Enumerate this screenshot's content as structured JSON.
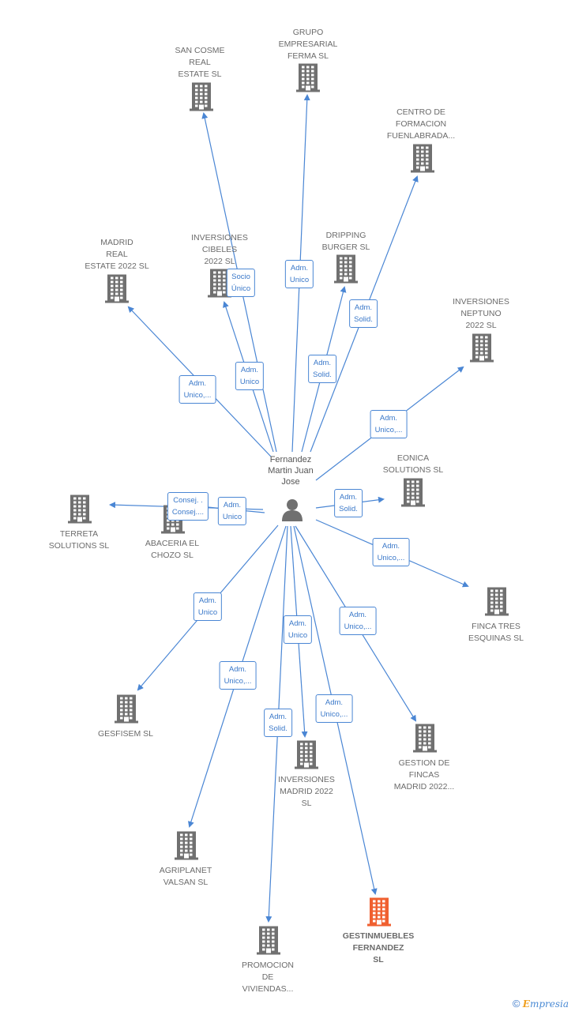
{
  "center": {
    "name": "Fernandez\nMartin Juan\nJose"
  },
  "colors": {
    "edge": "#4a86d4",
    "node": "#707070",
    "highlight": "#f06030"
  },
  "nodes": [
    {
      "id": "san-cosme",
      "label": "SAN COSME\nREAL\nESTATE  SL",
      "highlight": false
    },
    {
      "id": "grupo-empresarial",
      "label": "GRUPO\nEMPRESARIAL\nFERMA SL",
      "highlight": false
    },
    {
      "id": "centro-formacion",
      "label": "CENTRO DE\nFORMACION\nFUENLABRADA...",
      "highlight": false
    },
    {
      "id": "madrid-real-estate",
      "label": "MADRID\nREAL\nESTATE 2022  SL",
      "highlight": false
    },
    {
      "id": "inversiones-cibeles",
      "label": "INVERSIONES\nCIBELES\n2022  SL",
      "highlight": false
    },
    {
      "id": "dripping-burger",
      "label": "DRIPPING\nBURGER  SL",
      "highlight": false
    },
    {
      "id": "inversiones-neptuno",
      "label": "INVERSIONES\nNEPTUNO\n2022  SL",
      "highlight": false
    },
    {
      "id": "eonica",
      "label": "EONICA\nSOLUTIONS SL",
      "highlight": false
    },
    {
      "id": "terreta",
      "label": "TERRETA\nSOLUTIONS  SL",
      "highlight": false
    },
    {
      "id": "abaceria",
      "label": "ABACERIA EL\nCHOZO  SL",
      "highlight": false
    },
    {
      "id": "finca-tres",
      "label": "FINCA TRES\nESQUINAS  SL",
      "highlight": false
    },
    {
      "id": "gesfisem",
      "label": "GESFISEM  SL",
      "highlight": false
    },
    {
      "id": "gestion-fincas",
      "label": "GESTION DE\nFINCAS\nMADRID 2022...",
      "highlight": false
    },
    {
      "id": "inversiones-madrid",
      "label": "INVERSIONES\nMADRID 2022\nSL",
      "highlight": false
    },
    {
      "id": "agriplanet",
      "label": "AGRIPLANET\nVALSAN  SL",
      "highlight": false
    },
    {
      "id": "gestinmuebles",
      "label": "GESTINMUEBLES\nFERNANDEZ\nSL",
      "highlight": true
    },
    {
      "id": "promocion",
      "label": "PROMOCION\nDE\nVIVIENDAS...",
      "highlight": false
    }
  ],
  "edges": [
    {
      "to": "san-cosme",
      "label": "Socio\nÚnico"
    },
    {
      "to": "grupo-empresarial",
      "label": "Adm.\nUnico"
    },
    {
      "to": "centro-formacion",
      "label": "Adm.\nSolid."
    },
    {
      "to": "madrid-real-estate",
      "label": "Adm.\nUnico,..."
    },
    {
      "to": "inversiones-cibeles",
      "label": "Adm.\nUnico"
    },
    {
      "to": "dripping-burger",
      "label": "Adm.\nSolid."
    },
    {
      "to": "inversiones-neptuno",
      "label": "Adm.\nUnico,..."
    },
    {
      "to": "eonica",
      "label": "Adm.\nSolid."
    },
    {
      "to": "terreta",
      "label": "Consej. .\nConsej...."
    },
    {
      "to": "abaceria",
      "label": "Adm.\nUnico"
    },
    {
      "to": "finca-tres",
      "label": "Adm.\nUnico,..."
    },
    {
      "to": "gesfisem",
      "label": "Adm.\nUnico"
    },
    {
      "to": "gestion-fincas",
      "label": "Adm.\nUnico,..."
    },
    {
      "to": "inversiones-madrid",
      "label": "Adm.\nUnico"
    },
    {
      "to": "agriplanet",
      "label": "Adm.\nUnico,..."
    },
    {
      "to": "gestinmuebles",
      "label": "Adm.\nUnico,..."
    },
    {
      "to": "promocion",
      "label": "Adm.\nSolid."
    }
  ],
  "footer": {
    "copyright": "©",
    "brand_initial": "E",
    "brand_rest": "mpresia"
  }
}
